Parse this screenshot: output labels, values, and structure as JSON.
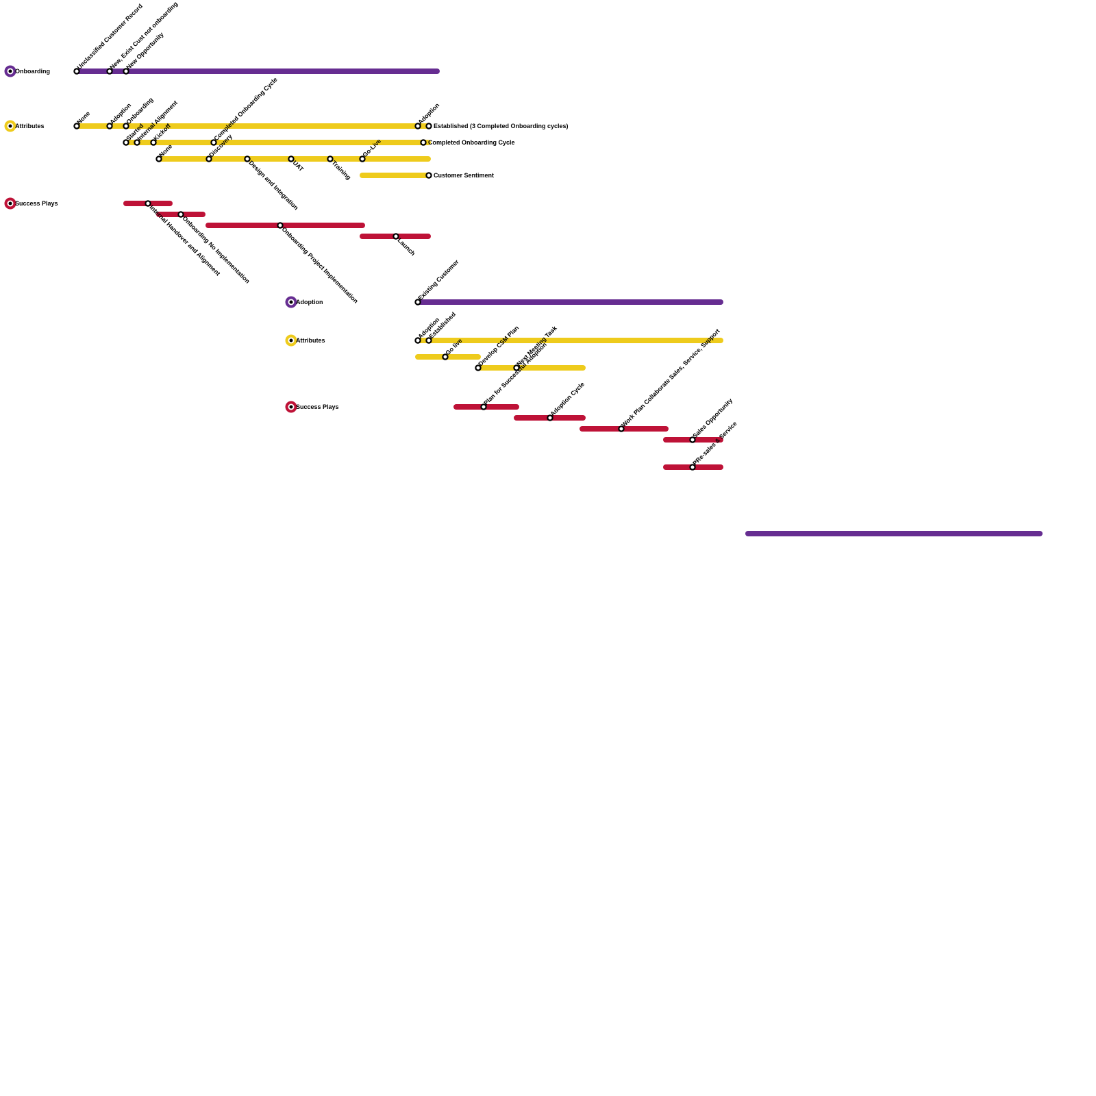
{
  "colors": {
    "milestone": "#662d91",
    "attributes": "#eecb1c",
    "success_plays": "#be1237"
  },
  "sections": [
    {
      "id": "onboarding",
      "legend": [
        {
          "kind": "milestone",
          "label": "Onboarding"
        },
        {
          "kind": "attributes",
          "label": "Attributes"
        },
        {
          "kind": "success_plays",
          "label": "Success Plays"
        }
      ],
      "lines": [
        {
          "kind": "milestone",
          "stops": [
            "Unclassified Customer Record",
            "New, Exist Cust not onboarding",
            "New Opportunity"
          ]
        },
        {
          "kind": "attributes",
          "stops": [
            "None",
            "Adoption",
            "Onboarding",
            "Adoption",
            "Established (3 Completed Onboarding cycles)"
          ]
        },
        {
          "kind": "attributes",
          "stops": [
            "Started",
            "Internal Alignment",
            "Kickoff",
            "Completed Onboarding Cycle",
            "Completed Onboarding Cycle"
          ]
        },
        {
          "kind": "attributes",
          "stops": [
            "None",
            "Discovery",
            "Design and Integration",
            "UAT",
            "Training",
            "Go-Live"
          ]
        },
        {
          "kind": "attributes",
          "stops": [
            "Customer Sentiment"
          ]
        },
        {
          "kind": "success_plays",
          "stops": [
            "Internal Handover and Alignment"
          ]
        },
        {
          "kind": "success_plays",
          "stops": [
            "Onboarding No Implementation"
          ]
        },
        {
          "kind": "success_plays",
          "stops": [
            "Onboarding Project Implementation"
          ]
        },
        {
          "kind": "success_plays",
          "stops": [
            "Launch"
          ]
        }
      ]
    },
    {
      "id": "adoption",
      "legend": [
        {
          "kind": "milestone",
          "label": "Adoption"
        },
        {
          "kind": "attributes",
          "label": "Attributes"
        },
        {
          "kind": "success_plays",
          "label": "Success Plays"
        }
      ],
      "lines": [
        {
          "kind": "milestone",
          "stops": [
            "Existing Customer"
          ]
        },
        {
          "kind": "attributes",
          "stops": [
            "Adoption",
            "Established"
          ]
        },
        {
          "kind": "attributes",
          "stops": [
            "Go live"
          ]
        },
        {
          "kind": "attributes",
          "stops": [
            "Develop CSM Plan",
            "Next Meeting Task"
          ]
        },
        {
          "kind": "success_plays",
          "stops": [
            "Plan for Successful Adoption"
          ]
        },
        {
          "kind": "success_plays",
          "stops": [
            "Adoption Cycle"
          ]
        },
        {
          "kind": "success_plays",
          "stops": [
            "Work Plan Collaborate Sales, Service, Support"
          ]
        },
        {
          "kind": "success_plays",
          "stops": [
            "Sales Opportunity"
          ]
        },
        {
          "kind": "success_plays",
          "stops": [
            "PRe-sales & Service"
          ]
        }
      ]
    },
    {
      "id": "next",
      "legend": [],
      "lines": [
        {
          "kind": "milestone",
          "stops": []
        }
      ]
    }
  ]
}
